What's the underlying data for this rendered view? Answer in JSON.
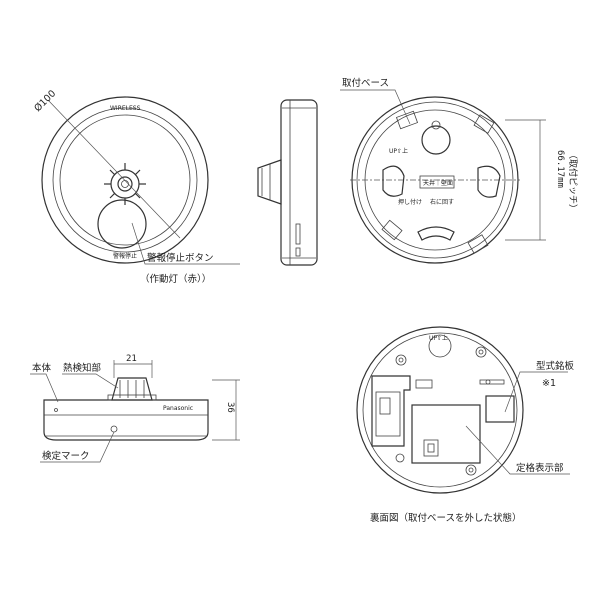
{
  "front": {
    "diameter_label": "Ø100",
    "wireless_label": "WIRELESS",
    "alarm_stop_label": "警報停止",
    "callout_button": "警報停止ボタン",
    "callout_light": "（作動灯（赤））"
  },
  "base": {
    "callout_base": "取付ベース",
    "up_label": "UP⇧上",
    "ceiling_label": "天井｜壁面",
    "push_label1": "押し付け",
    "push_label2": "右に回す",
    "dim_value": "66.17mm",
    "dim_pitch": "（取付ピッチ）"
  },
  "side": {
    "callout_body": "本体",
    "callout_sensor": "熱検知部",
    "dim_width": "21",
    "dim_height": "36",
    "callout_mark": "検定マーク",
    "brand": "Panasonic"
  },
  "back": {
    "up_label": "UP⇧上",
    "callout_nameplate": "型式銘板",
    "callout_note": "※1",
    "callout_rating": "定格表示部",
    "caption": "裏面図（取付ベースを外した状態）"
  }
}
